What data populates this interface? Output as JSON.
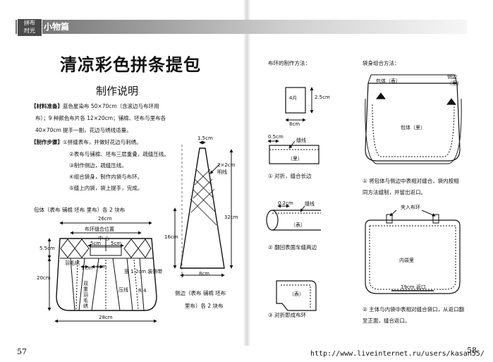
{
  "header": {
    "tag_line1": "拼布",
    "tag_line2": "时光",
    "section": "小物篇"
  },
  "left": {
    "title": "清凉彩色拼条提包",
    "subtitle": "制作说明",
    "materials_label": "【材料准备】",
    "materials_line1": "蓝色星染布 50×70cm（含滚边与布环用",
    "materials_line2": "布）；9 种颜色布片各 12×20cm；铺棉、坯布与里布各",
    "materials_line3": "40×70cm 提手一副，花边与绣线适量。",
    "steps_label": "【制作步骤】",
    "steps": [
      "①拼缝表布，并做好花边与刺绣。",
      "②表布与铺棉、坯布三层重叠，疏缝压线。",
      "③制作侧边，疏缝压线。",
      "④组合袋身，制作内袋与布环。",
      "⑤缝上内袋，袋上提手，完成。"
    ],
    "body_caption": "包体（表布 铺棉 坯布 里布）各 2 块布",
    "body_dims": {
      "top_width": "26cm",
      "ring_position": "布环缝合位置",
      "center": "中 心",
      "half_left": "5cm",
      "half_right": "5cm",
      "top_height": "5.5cm",
      "body_height": "20cm",
      "feather_stitch": "羽毛绣",
      "gap_2": "2cm",
      "gap_4": "4cm",
      "lace": "宽 1.2cm 装饰带",
      "double_feather_a": "双",
      "double_feather_b": "重",
      "double_feather_c": "羽",
      "double_feather_d": "毛",
      "double_feather_e": "绣",
      "press_line": "压线",
      "corner": "R 4",
      "bottom_width": "28cm"
    },
    "side_caption_1": "侧边（表布 铺棉 坯布",
    "side_caption_2": "里布）各 2 块布",
    "side_dims": {
      "top": "1.5cm",
      "grid": "2×2cm",
      "grid_label": "明线",
      "left_height": "16cm",
      "right_height": "32cm",
      "bottom": "8cm"
    }
  },
  "right": {
    "ring_heading": "布环的制作方法：",
    "ring_fig1": {
      "count": "4片",
      "height": "2.5cm",
      "width": "8cm"
    },
    "ring_fig2": {
      "seam_allowance": "0.5cm",
      "stitch": "缝线",
      "inside": "（里）",
      "caption": "① 对折，缝合长边"
    },
    "ring_fig3": {
      "seam_allowance": "0.2cm",
      "stitch": "缝线",
      "outside": "（表）",
      "caption": "② 翻回表面车缝两边"
    },
    "ring_fig4": {
      "outside": "（表）",
      "caption": "③ 对折即成布环"
    },
    "bag_heading": "袋身组合方法：",
    "bag_fig1": {
      "body_outer": "包体（表）",
      "side": "侧边",
      "side_inner": "（里）",
      "body_inner": "包体（里）",
      "caption_1": "① 将包体与侧边中表相对缝合，袋内按相",
      "caption_2": "同方法缝制，并留出返口。"
    },
    "bag_fig2": {
      "ring_in": "夹入布环",
      "lining": "内袋里",
      "opening": "19cm 返口",
      "caption_1": "② 主体与内袋中表相对缝合袋口，从返口翻",
      "caption_2": "至正面，缝合返口。"
    }
  },
  "footer": {
    "page_left": "57",
    "page_right": "58",
    "url": "http://www.liveinternet.ru/users/kasan55/"
  }
}
